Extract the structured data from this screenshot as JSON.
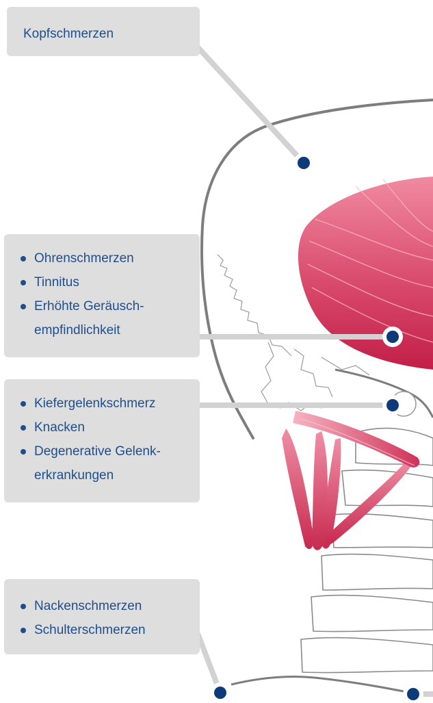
{
  "colors": {
    "label_text": "#1f4e8c",
    "label_box": "#dedede",
    "marker": "#0d3b7a",
    "connector": "#d2d2d2",
    "muscle": "#d33a5c",
    "outline": "#7d7d7d"
  },
  "labels": {
    "head": {
      "title": "Kopfschmerzen"
    },
    "ear": {
      "items": [
        "Ohrenschmerzen",
        "Tinnitus",
        "Erhöhte Geräusch-",
        "empfindlichkeit"
      ]
    },
    "jaw": {
      "items": [
        "Kiefergelenkschmerz",
        "Knacken",
        "Degenerative Gelenk-",
        "erkrankungen"
      ]
    },
    "neck": {
      "items": [
        "Nackenschmerzen",
        "Schulterschmerzen"
      ]
    }
  }
}
